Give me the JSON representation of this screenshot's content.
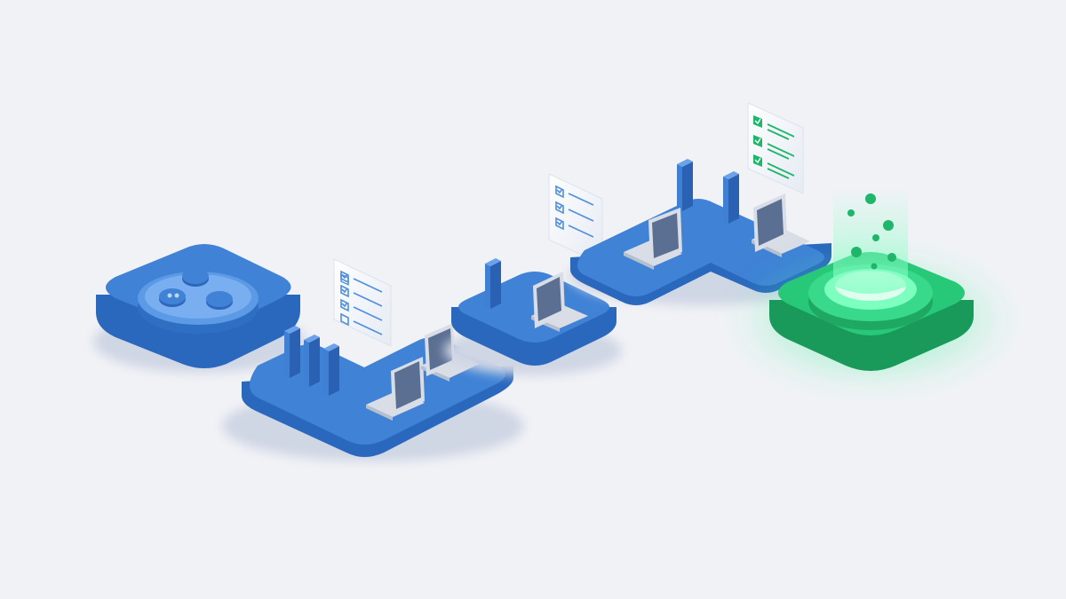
{
  "colors": {
    "background": "#f1f2f6",
    "platform_top": "#3f82d6",
    "platform_side": "#2a68be",
    "platform_shadow": "#cfd6e4",
    "device": "#3f7fd4",
    "device_side": "#2b61b3",
    "laptop_body": "#d9dde6",
    "laptop_screen": "#5b6f93",
    "checklist_blue": "#4f8fdd",
    "checklist_green": "#1fb56a",
    "accent_green": "#27c979",
    "glow_green": "#5dfcaa"
  },
  "scene": {
    "stages": [
      {
        "name": "source",
        "icon": "cluster-icon"
      },
      {
        "name": "stage-1",
        "icon": "checklist-icon",
        "checklist_checked": 3,
        "checklist_total": 4,
        "phones": 3,
        "laptops": 2
      },
      {
        "name": "stage-2",
        "phones": 1,
        "laptops": 1
      },
      {
        "name": "stage-3",
        "icon": "checklist-icon",
        "checklist_checked": 3,
        "checklist_total": 3,
        "phones": 2,
        "laptops": 2
      },
      {
        "name": "stage-4",
        "icon": "checklist-icon",
        "checklist_checked": 3,
        "checklist_total": 3
      },
      {
        "name": "destination",
        "icon": "glow-beam-icon",
        "particles": 7
      }
    ]
  }
}
